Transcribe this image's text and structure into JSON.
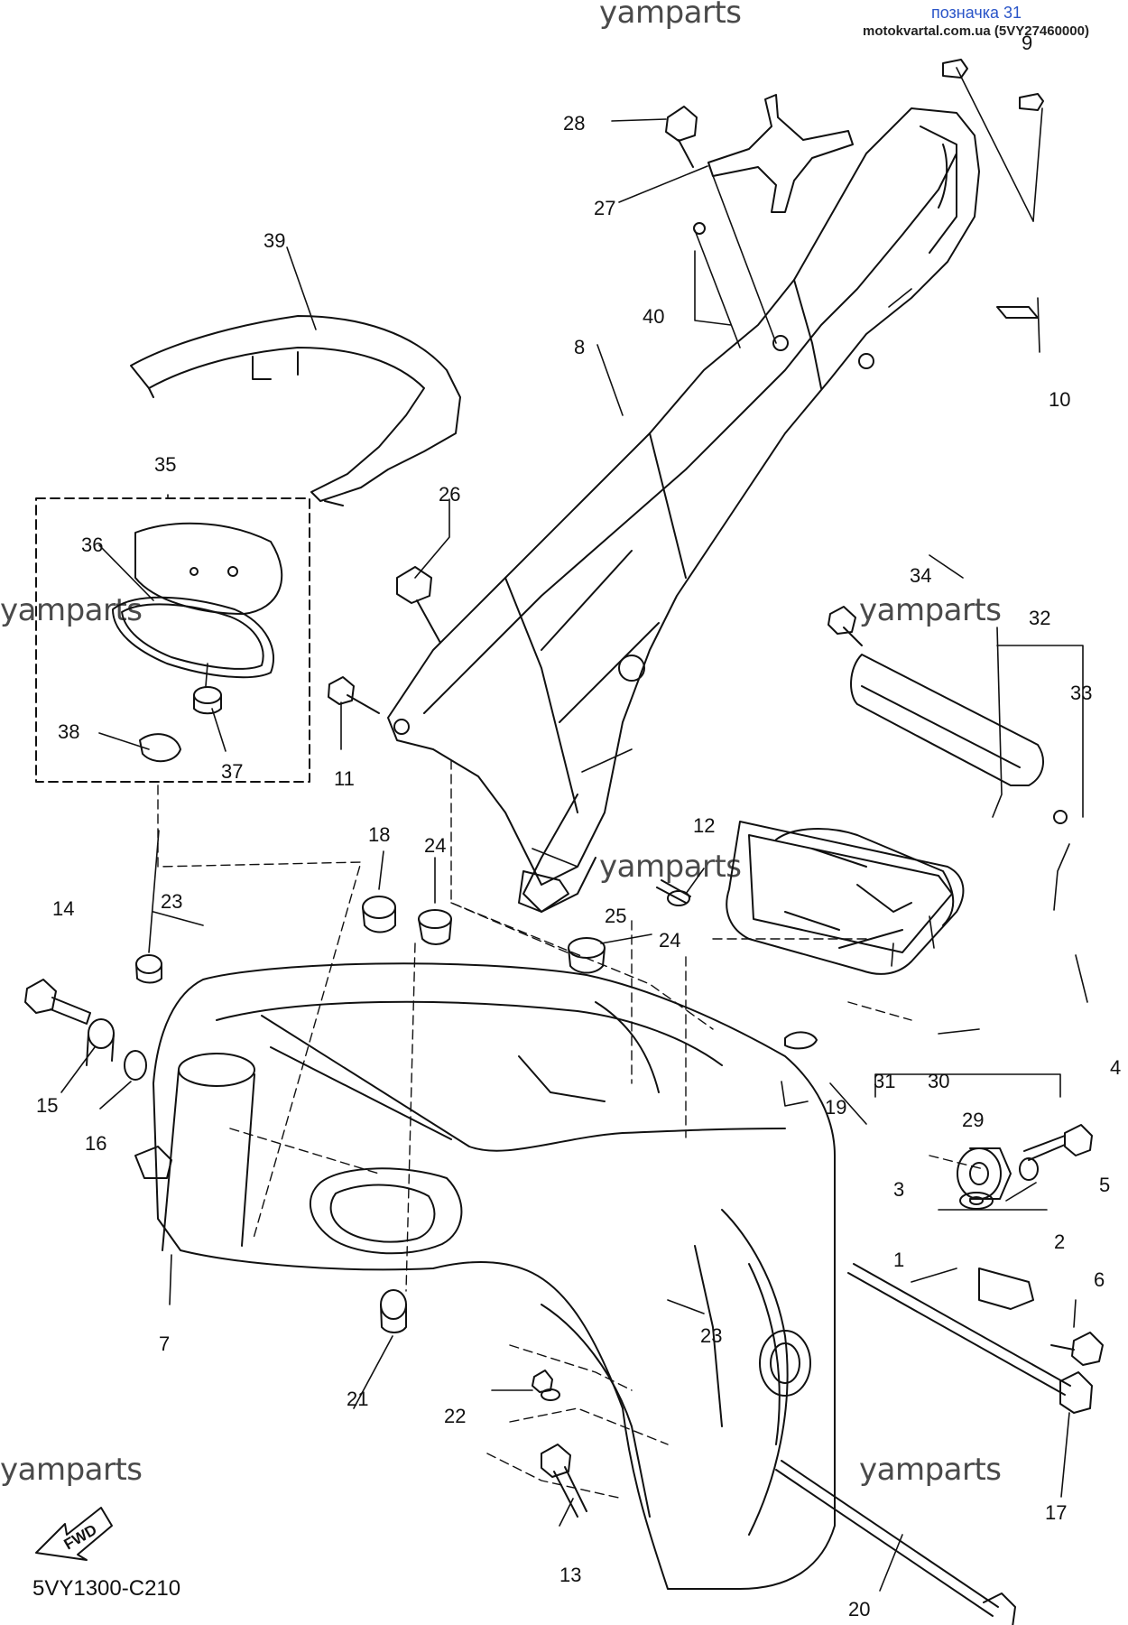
{
  "header": {
    "watermark": "yamparts",
    "reference_label": "позначка 31",
    "source_line": "motokvartal.com.ua (5VY27460000)"
  },
  "watermarks": [
    "yamparts",
    "yamparts",
    "yamparts",
    "yamparts",
    "yamparts",
    "yamparts"
  ],
  "diagram_code": "5VY1300-C210",
  "fwd_label": "FWD",
  "colors": {
    "line": "#111111",
    "label": "#111111",
    "reference": "#2a55c8",
    "watermark": "#4a4a4a"
  },
  "callouts": [
    "1",
    "2",
    "3",
    "4",
    "5",
    "6",
    "7",
    "8",
    "9",
    "10",
    "11",
    "12",
    "13",
    "14",
    "15",
    "16",
    "17",
    "18",
    "19",
    "20",
    "21",
    "22",
    "23",
    "23",
    "24",
    "24",
    "25",
    "26",
    "27",
    "28",
    "29",
    "30",
    "31",
    "32",
    "33",
    "34",
    "35",
    "36",
    "37",
    "38",
    "39",
    "40"
  ]
}
